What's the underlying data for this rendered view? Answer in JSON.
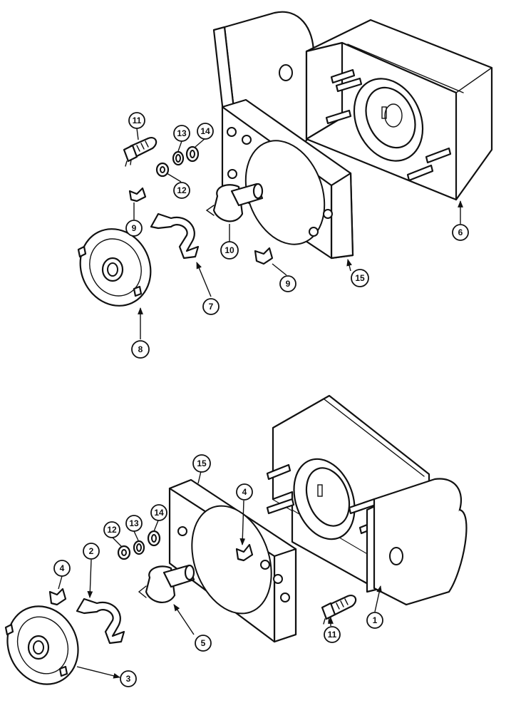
{
  "callouts": {
    "top": {
      "c11": "11",
      "c13": "13",
      "c14": "14",
      "c12": "12",
      "c9a": "9",
      "c10": "10",
      "c6": "6",
      "c9b": "9",
      "c15": "15",
      "c7": "7",
      "c8": "8"
    },
    "bottom": {
      "c15": "15",
      "c4a": "4",
      "c2": "2",
      "c4b": "4",
      "c12": "12",
      "c13": "13",
      "c14": "14",
      "c5": "5",
      "c1": "1",
      "c11": "11",
      "c3": "3"
    }
  }
}
